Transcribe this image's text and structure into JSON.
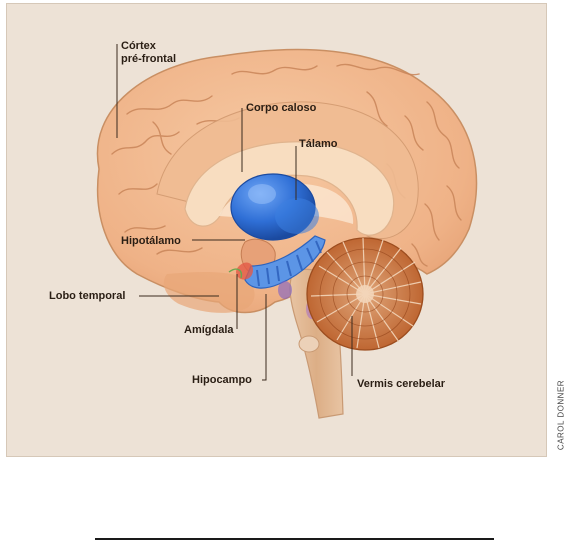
{
  "labels": {
    "cortex_line1": "Córtex",
    "cortex_line2": "pré-frontal",
    "corpo_caloso": "Corpo caloso",
    "talamo": "Tálamo",
    "hipotalamo": "Hipotálamo",
    "lobo_temporal": "Lobo temporal",
    "amigdala": "Amígdala",
    "hipocampo": "Hipocampo",
    "vermis": "Vermis cerebelar"
  },
  "credit": "CAROL DONNER",
  "colors": {
    "background": "#ede2d6",
    "cortex": "#efb58a",
    "cortex_outline": "#c98f63",
    "thalamus": "#2f6fd6",
    "hippocampus": "#5c95e6",
    "cerebellum": "#c56a2e",
    "brainstem": "#e2b894"
  }
}
